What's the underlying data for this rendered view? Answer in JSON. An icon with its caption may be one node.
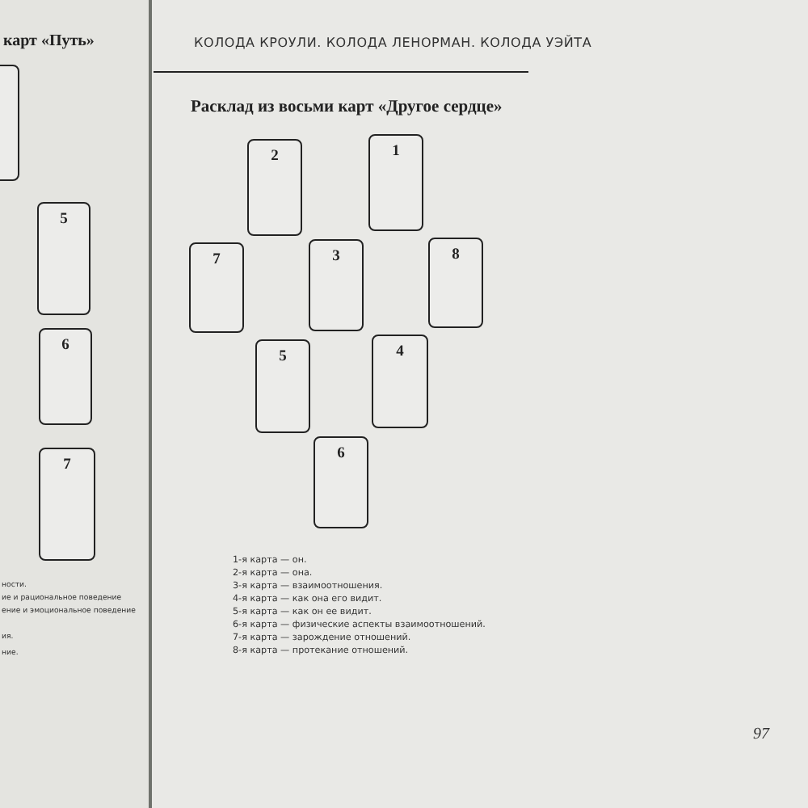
{
  "diagram": {
    "title": "Расклад из восьми карт «Другое сердце»",
    "nodes": [
      {
        "text": [
          "2"
        ]
      },
      {
        "text": [
          "1"
        ]
      },
      {
        "text": [
          "7"
        ]
      },
      {
        "text": [
          "3"
        ]
      },
      {
        "text": [
          "8"
        ]
      },
      {
        "text": [
          "5"
        ]
      },
      {
        "text": [
          "4"
        ]
      },
      {
        "text": [
          "6"
        ]
      },
      {
        "text": [],
        "shape": "box"
      },
      {
        "text": [
          "5"
        ]
      },
      {
        "text": [
          "6"
        ]
      },
      {
        "text": [
          "7"
        ]
      }
    ],
    "edges": [],
    "labels": [
      "КОЛОДА КРОУЛИ. КОЛОДА ЛЕНОРМАН. КОЛОДА УЭЙТА",
      "1-я карта — он.",
      "2-я карта — она.",
      "3-я карта — взаимоотношения.",
      "4-я карта — как она его видит.",
      "5-я карта — как он ее видит.",
      "6-я карта — физические аспекты взаимоотношений.",
      "7-я карта — зарождение отношений.",
      "8-я карта — протекание отношений.",
      "97",
      "карт «Путь»",
      "ности.",
      "ие и рациональное поведение",
      "ение и эмоциональное поведение",
      "ия.",
      "ние."
    ]
  }
}
